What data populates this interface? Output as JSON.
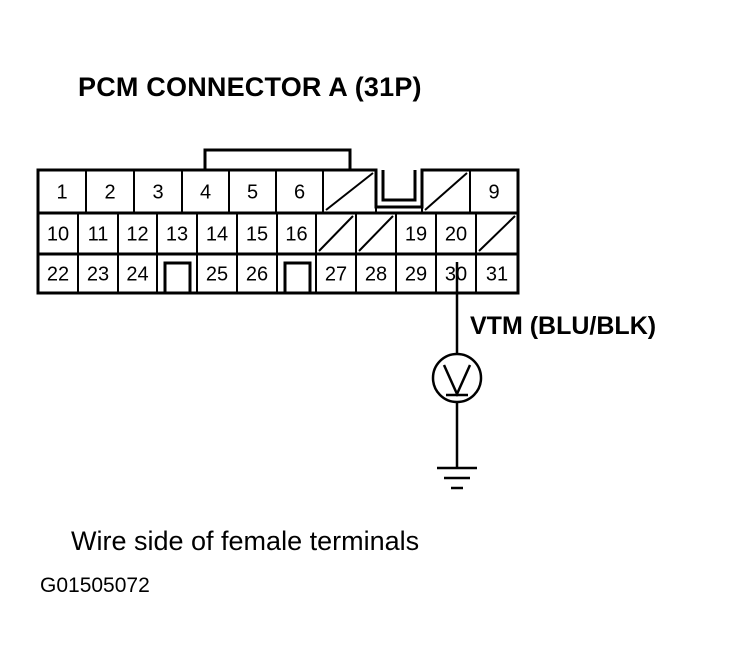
{
  "title": "PCM CONNECTOR A (31P)",
  "connector": {
    "row1": [
      {
        "label": "1"
      },
      {
        "label": "2"
      },
      {
        "label": "3"
      },
      {
        "label": "4"
      },
      {
        "label": "5"
      },
      {
        "label": "6"
      },
      {
        "label": ""
      },
      {
        "label": ""
      },
      {
        "label": "9"
      }
    ],
    "row2": [
      {
        "label": "10"
      },
      {
        "label": "11"
      },
      {
        "label": "12"
      },
      {
        "label": "13"
      },
      {
        "label": "14"
      },
      {
        "label": "15"
      },
      {
        "label": "16"
      },
      {
        "label": ""
      },
      {
        "label": ""
      },
      {
        "label": "19"
      },
      {
        "label": "20"
      },
      {
        "label": ""
      }
    ],
    "row3": [
      {
        "label": "22"
      },
      {
        "label": "23"
      },
      {
        "label": "24"
      },
      {
        "label": "25"
      },
      {
        "label": "26"
      },
      {
        "label": "27"
      },
      {
        "label": "28"
      },
      {
        "label": "29"
      },
      {
        "label": "30"
      },
      {
        "label": "31"
      }
    ]
  },
  "wire_label": "VTM (BLU/BLK)",
  "caption": "Wire side of female terminals",
  "figure_id": "G01505072"
}
